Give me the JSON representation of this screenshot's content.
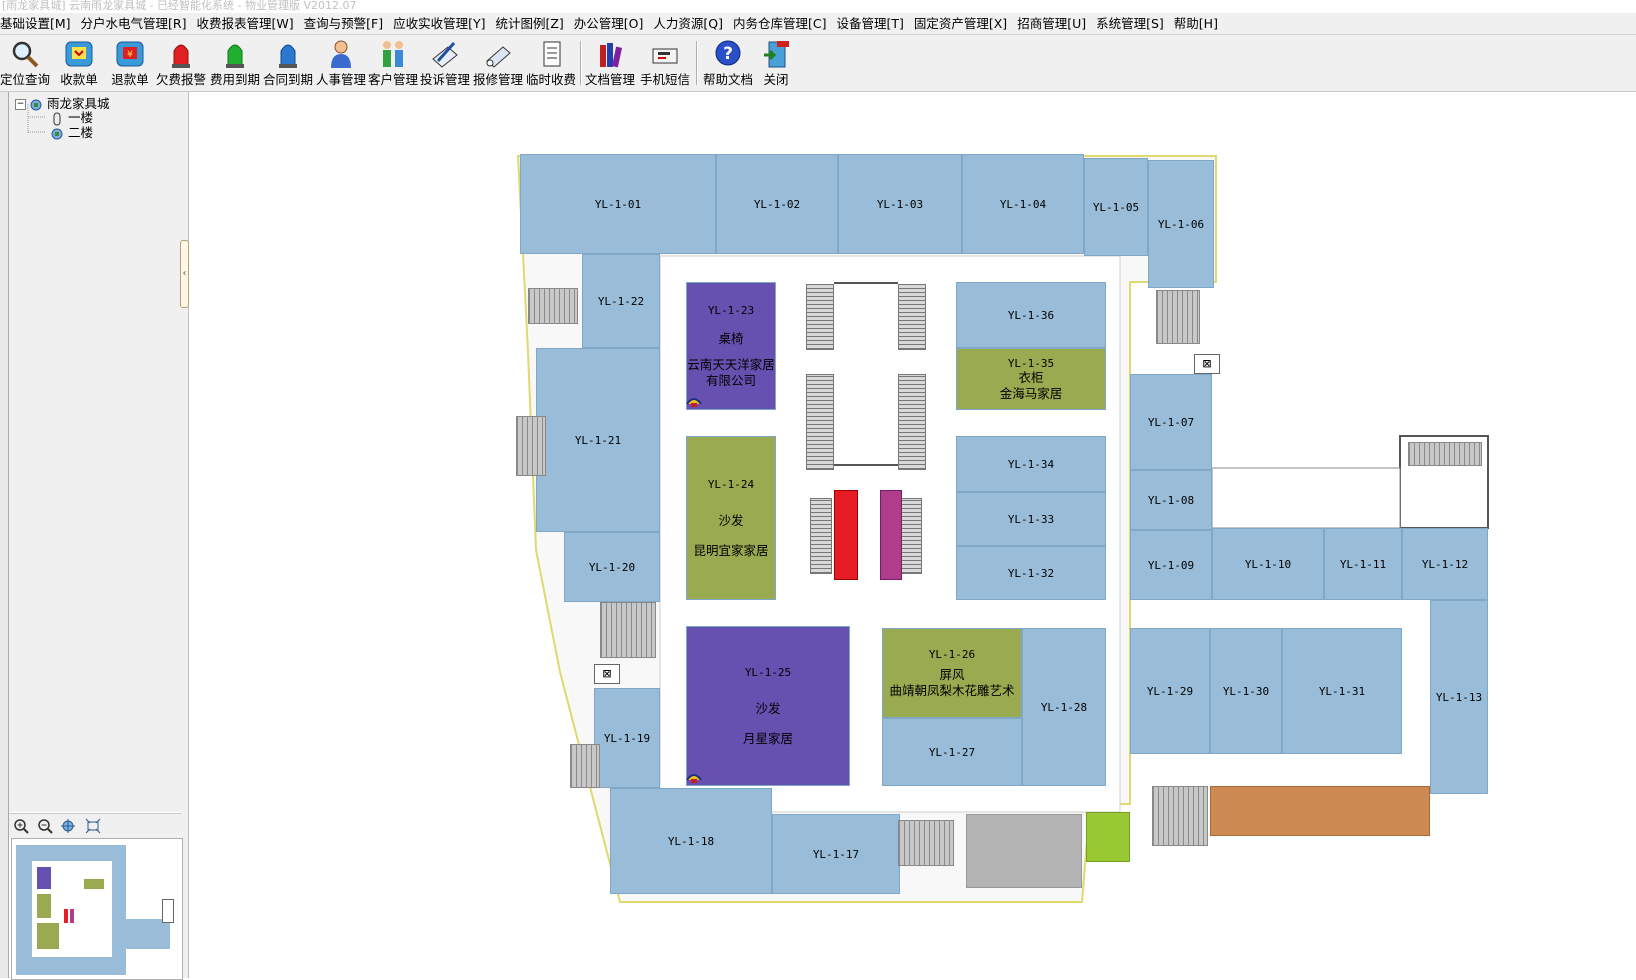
{
  "window": {
    "title": "[雨龙家具城] 云南雨龙家具城 - 已经智能化系统 - 物业管理版 V2012.07"
  },
  "menu": [
    "基础设置[M]",
    "分户水电气管理[R]",
    "收费报表管理[W]",
    "查询与预警[F]",
    "应收实收管理[Y]",
    "统计图例[Z]",
    "办公管理[O]",
    "人力资源[Q]",
    "内务仓库管理[C]",
    "设备管理[T]",
    "固定资产管理[X]",
    "招商管理[U]",
    "系统管理[S]",
    "帮助[H]"
  ],
  "toolbar": {
    "locate": "定位查询",
    "receipt": "收款单",
    "refund": "退款单",
    "arrears": "欠费报警",
    "fee_due": "费用到期",
    "contract_due": "合同到期",
    "hr": "人事管理",
    "customer": "客户管理",
    "complaint": "投诉管理",
    "repair": "报修管理",
    "temp_fee": "临时收费",
    "docs": "文档管理",
    "sms": "手机短信",
    "help": "帮助文档",
    "close": "关闭"
  },
  "tree": {
    "root": "雨龙家具城",
    "floor1": "一楼",
    "floor2": "二楼"
  },
  "colors": {
    "vacant": "#99bdd8",
    "purple": "#6650b0",
    "olive": "#9aaa50",
    "red": "#e81c24",
    "magenta": "#b03c8c",
    "orange": "#cc8a52",
    "grey": "#b4b4b4",
    "green": "#98c832"
  },
  "rooms": {
    "r01": "YL-1-01",
    "r02": "YL-1-02",
    "r03": "YL-1-03",
    "r04": "YL-1-04",
    "r05": "YL-1-05",
    "r06": "YL-1-06",
    "r07": "YL-1-07",
    "r08": "YL-1-08",
    "r09": "YL-1-09",
    "r10": "YL-1-10",
    "r11": "YL-1-11",
    "r12": "YL-1-12",
    "r13": "YL-1-13",
    "r17": "YL-1-17",
    "r18": "YL-1-18",
    "r19": "YL-1-19",
    "r20": "YL-1-20",
    "r21": "YL-1-21",
    "r22": "YL-1-22",
    "r23": "YL-1-23",
    "r23_cat": "桌椅",
    "r23_tenant": "云南天天洋家居",
    "r23_tenant2": "有限公司",
    "r24": "YL-1-24",
    "r24_cat": "沙发",
    "r24_tenant": "昆明宜家家居",
    "r25": "YL-1-25",
    "r25_cat": "沙发",
    "r25_tenant": "月星家居",
    "r26": "YL-1-26",
    "r26_cat": "屏风",
    "r26_tenant": "曲靖朝凤梨木花雕艺术",
    "r27": "YL-1-27",
    "r28": "YL-1-28",
    "r29": "YL-1-29",
    "r30": "YL-1-30",
    "r31": "YL-1-31",
    "r32": "YL-1-32",
    "r33": "YL-1-33",
    "r34": "YL-1-34",
    "r35": "YL-1-35",
    "r35_cat": "衣柜",
    "r35_tenant": "金海马家居",
    "r36": "YL-1-36"
  }
}
